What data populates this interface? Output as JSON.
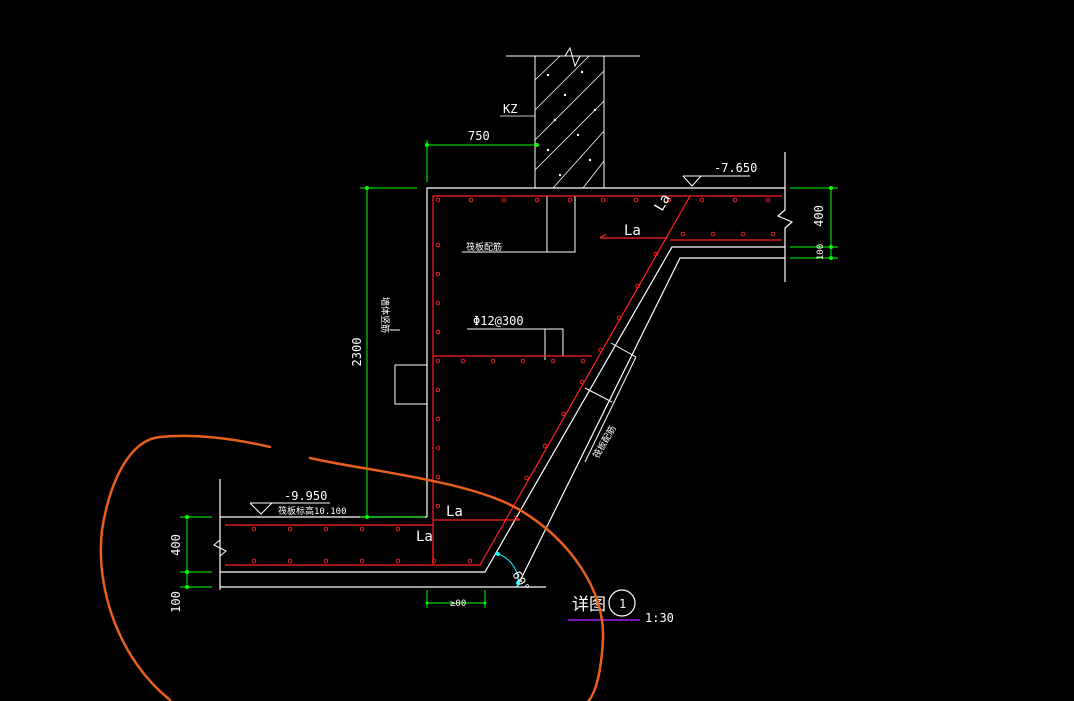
{
  "drawing": {
    "column_label": "KZ",
    "dim_750": "750",
    "elev_top": "-7.650",
    "elev_bottom": "-9.950",
    "bottom_note": "筏板标高10.100",
    "dim_2300": "2300",
    "dim_400_right": "400",
    "dim_100_right": "100",
    "dim_400_left": "400",
    "dim_100_left": "100",
    "la_top_slant": "La",
    "la_top": "La",
    "la_bottom_right": "La",
    "la_bottom": "La",
    "rebar_spec": "Φ12@300",
    "label_raft_rebar": "筏板配筋",
    "label_wall_rebar": "墙体竖筋",
    "label_slope_rebar": "筏板配筋",
    "angle": "60°",
    "detail_label": "详图",
    "detail_number": "1",
    "scale": "1:30",
    "small_dim": "≥00"
  },
  "colors": {
    "background": "#000000",
    "outline": "#ffffff",
    "rebar": "#ff2020",
    "dimension": "#00ff00",
    "annotation_circle": "#e8601c",
    "angle_arc": "#00ffff",
    "scale_underline": "#a020f0"
  }
}
